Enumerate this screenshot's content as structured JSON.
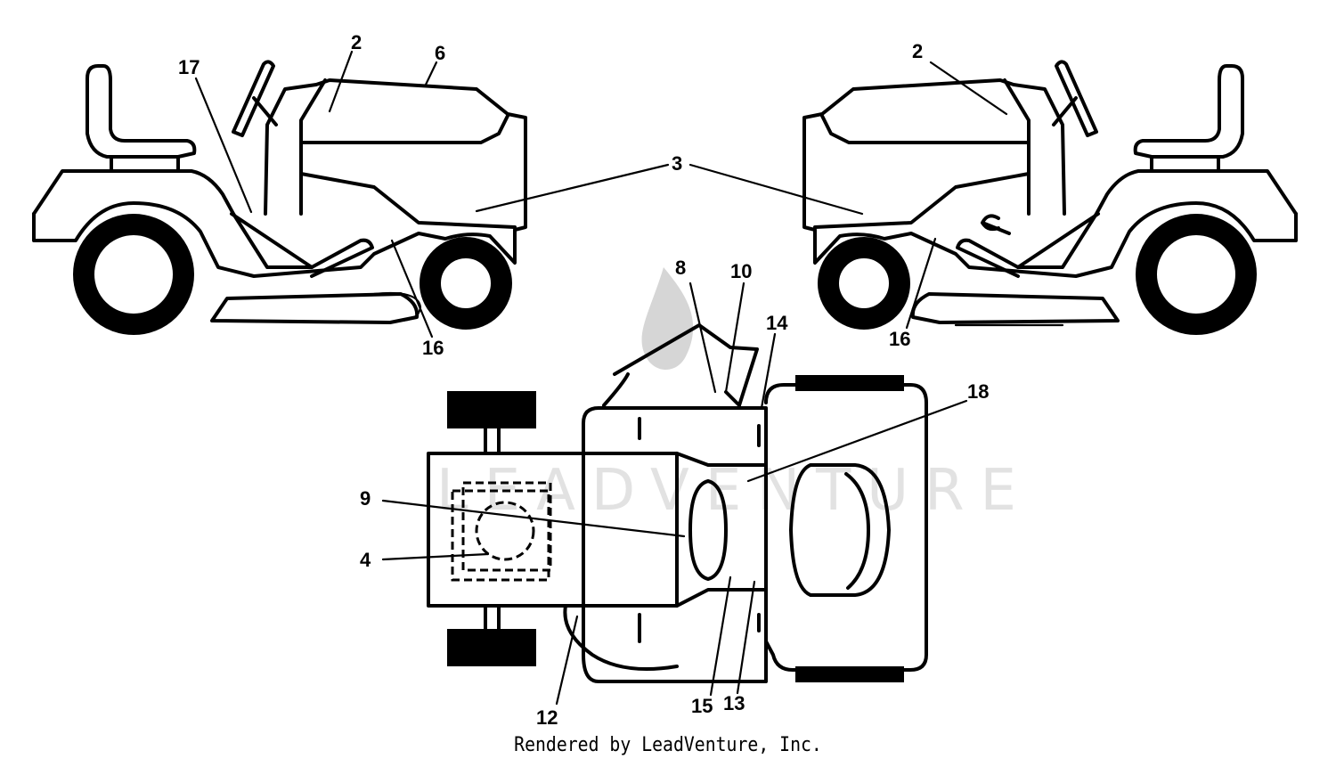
{
  "watermark": {
    "text": "LEADVENTURE"
  },
  "credit": "Rendered by LeadVenture, Inc.",
  "callouts": {
    "left_2": "2",
    "left_6": "6",
    "left_17": "17",
    "center_3": "3",
    "left_16": "16",
    "right_2": "2",
    "right_16": "16",
    "top_8": "8",
    "top_10": "10",
    "top_14": "14",
    "top_18": "18",
    "top_9": "9",
    "top_4": "4",
    "top_12": "12",
    "top_15": "15",
    "top_13": "13"
  }
}
